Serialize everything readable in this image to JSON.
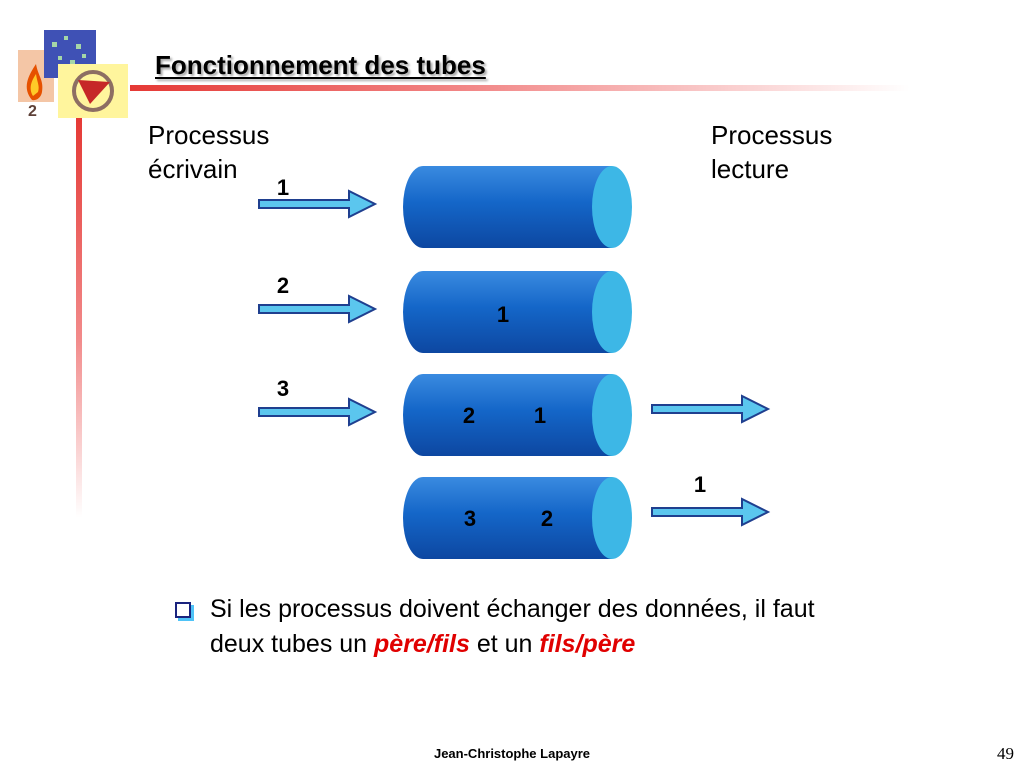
{
  "slide": {
    "title": "Fonctionnement des tubes",
    "writer_label_line1": "Processus",
    "writer_label_line2": "écrivain",
    "reader_label_line1": "Processus",
    "reader_label_line2": "lecture",
    "bullet": {
      "before": "Si les processus doivent échanger des données, il faut deux tubes un ",
      "em1": "père/fils",
      "middle": " et un ",
      "em2": "fils/père"
    },
    "footer_author": "Jean-Christophe Lapayre",
    "page_number": "49"
  },
  "diagram": {
    "rows": [
      {
        "input_label": "1",
        "contents": [],
        "output_label": ""
      },
      {
        "input_label": "2",
        "contents": [
          "1"
        ],
        "output_label": ""
      },
      {
        "input_label": "3",
        "contents": [
          "2",
          "1"
        ],
        "output_label": ""
      },
      {
        "input_label": "",
        "contents": [
          "3",
          "2"
        ],
        "output_label": "1"
      }
    ],
    "output_arrows": [
      false,
      false,
      true,
      true
    ]
  },
  "icons": [
    "flame-logo-icon",
    "return-arrow-icon"
  ],
  "colors": {
    "tube_body": "#1466c8",
    "tube_end": "#3db7e6",
    "arrow_fill": "#5bc6ee",
    "arrow_stroke": "#1f3f8f",
    "accent_red": "#e53935",
    "emphasis_red": "#e00000"
  }
}
